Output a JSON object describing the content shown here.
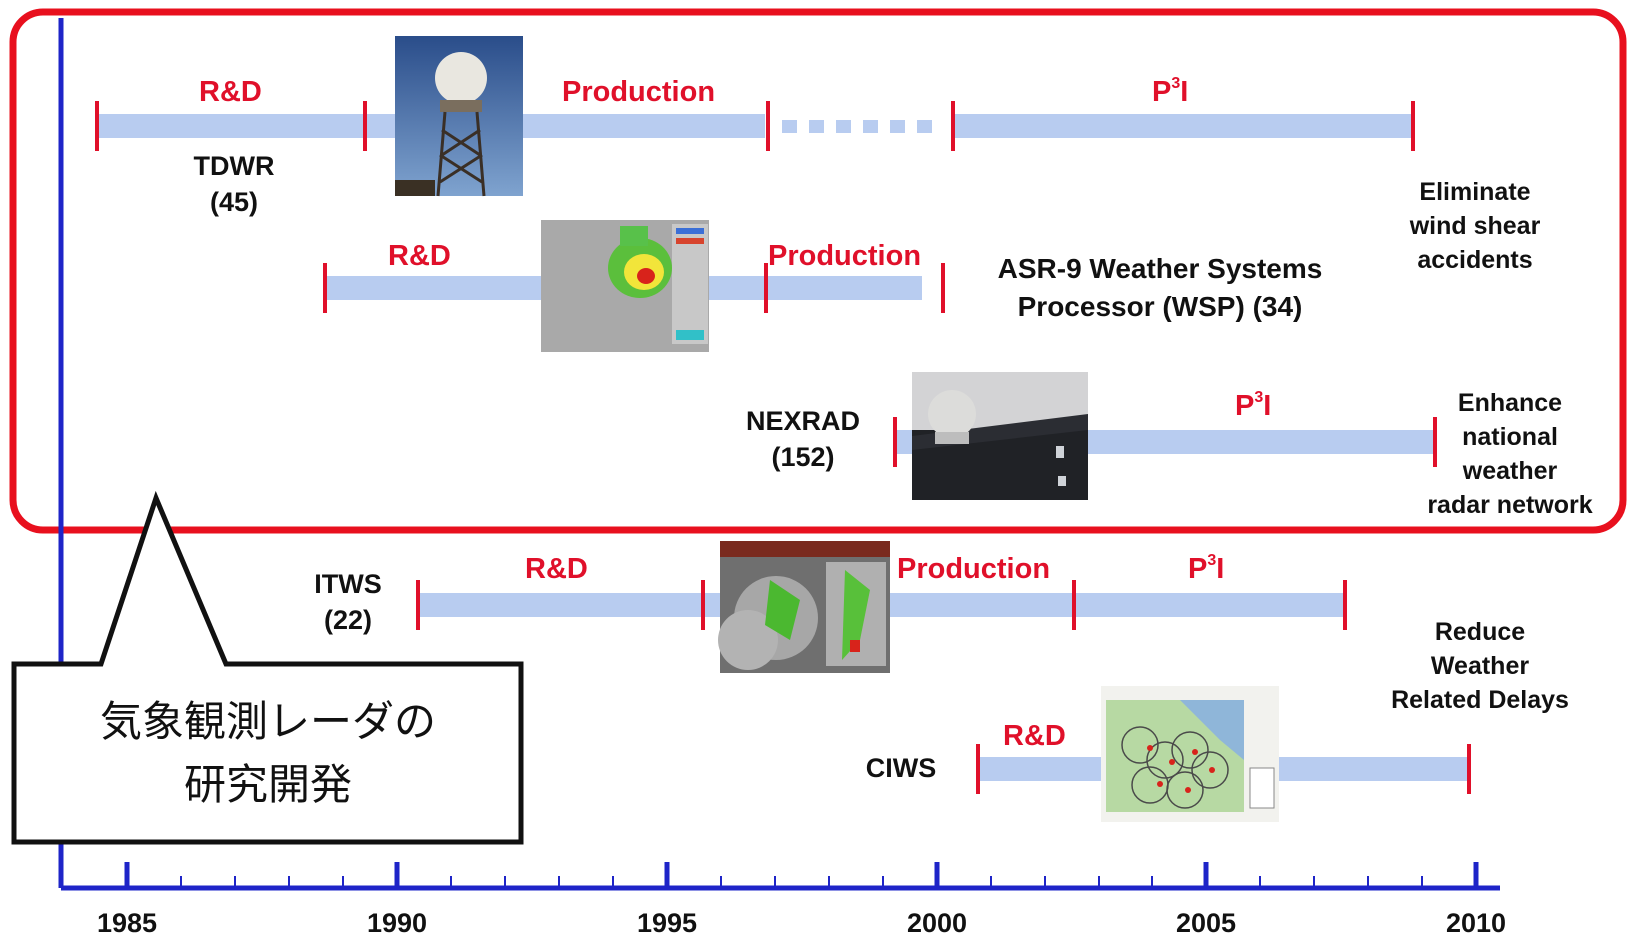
{
  "programs": {
    "tdwr": {
      "name": "TDWR",
      "count": "(45)",
      "phases": {
        "rd": "R&D",
        "production": "Production",
        "p3i_base": "P",
        "p3i_sup": "3",
        "p3i_tail": "I"
      }
    },
    "wsp": {
      "name_line1": "ASR-9 Weather Systems",
      "name_line2": "Processor (WSP) (34)",
      "phases": {
        "rd": "R&D",
        "production": "Production"
      }
    },
    "nexrad": {
      "name": "NEXRAD",
      "count": "(152)",
      "phases": {
        "p3i_base": "P",
        "p3i_sup": "3",
        "p3i_tail": "I"
      }
    },
    "itws": {
      "name": "ITWS",
      "count": "(22)",
      "phases": {
        "rd": "R&D",
        "production": "Production",
        "p3i_base": "P",
        "p3i_sup": "3",
        "p3i_tail": "I"
      }
    },
    "ciws": {
      "name": "CIWS",
      "phases": {
        "rd": "R&D"
      }
    }
  },
  "goals": {
    "wind_shear": [
      "Eliminate",
      "wind shear",
      "accidents"
    ],
    "radar_network": [
      "Enhance",
      "national",
      "weather",
      "radar network"
    ],
    "delays": [
      "Reduce",
      "Weather",
      "Related Delays"
    ]
  },
  "callout": {
    "line1": "気象観測レーダの",
    "line2": "研究開発"
  },
  "axis": {
    "years": [
      "1985",
      "1990",
      "1995",
      "2000",
      "2005",
      "2010"
    ]
  },
  "colors": {
    "bar": "#b8ccf0",
    "tick": "#e0102a",
    "axis": "#1e24c8",
    "highlight": "#e8101e"
  }
}
